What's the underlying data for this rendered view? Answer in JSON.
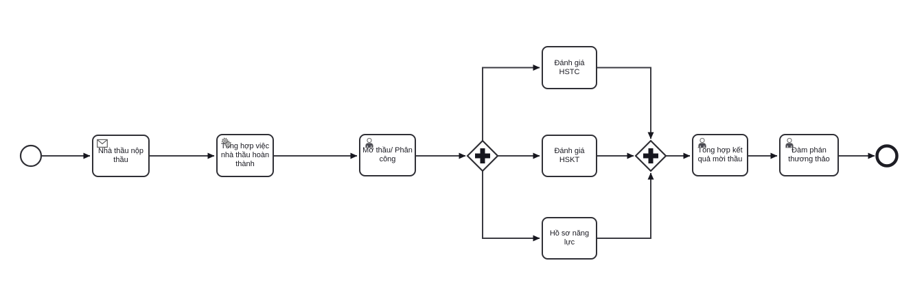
{
  "diagram": {
    "kind": "bpmn-process",
    "background_color": "#ffffff",
    "shape_stroke_color": "#2f2f35",
    "connector_color": "#3a3a40",
    "label_color": "#17171f",
    "icon_color": "#666666",
    "start_event": {
      "type": "start",
      "label": ""
    },
    "end_event": {
      "type": "end",
      "label": ""
    },
    "gateways": [
      {
        "id": "gateway-split",
        "type": "parallel",
        "symbol": "+"
      },
      {
        "id": "gateway-join",
        "type": "parallel",
        "symbol": "+"
      }
    ],
    "tasks": [
      {
        "label": "Nhà thầu nộp thầu",
        "icon": "message-icon"
      },
      {
        "label": "Tổng hợp việc nhà thầu hoàn thành",
        "icon": "service-gears-icon"
      },
      {
        "label": "Mở thầu/ Phân công",
        "icon": "user-icon"
      },
      {
        "label": "Đánh giá HSTC",
        "icon": ""
      },
      {
        "label": "Đánh giá HSKT",
        "icon": ""
      },
      {
        "label": "Hồ sơ năng lực",
        "icon": ""
      },
      {
        "label": "Tổng hợp kết quả mời thầu",
        "icon": "user-icon"
      },
      {
        "label": "Đàm phán thương thảo",
        "icon": "user-icon"
      }
    ],
    "flows_count": 13
  }
}
